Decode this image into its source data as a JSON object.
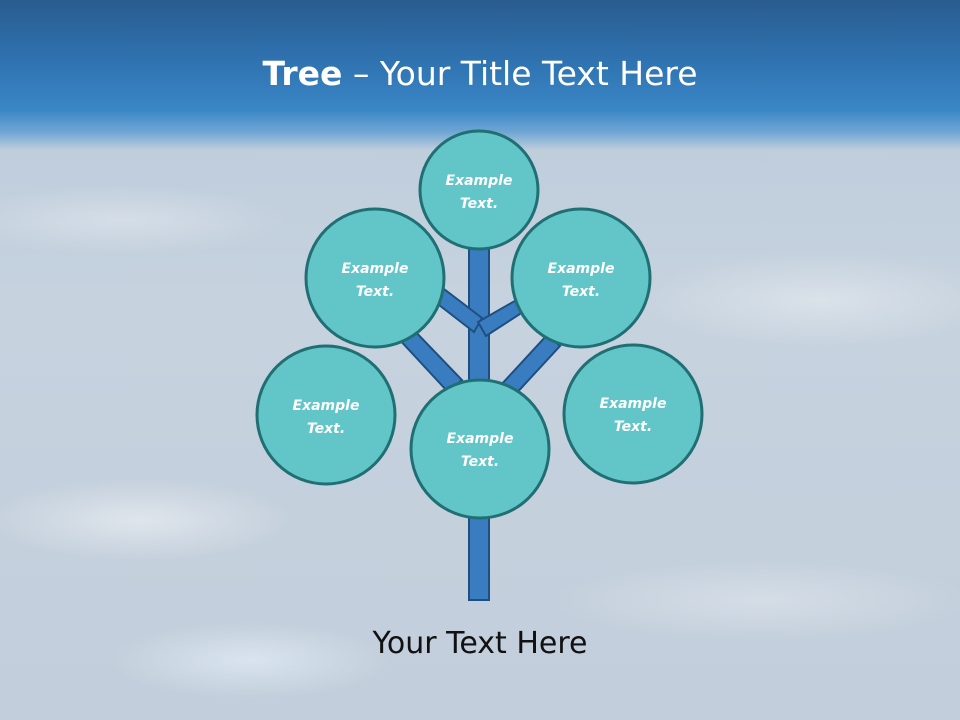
{
  "slide": {
    "title_bold": "Tree",
    "title_rest": " – Your Title Text Here",
    "footer_text": "Your Text Here"
  },
  "nodes": [
    {
      "id": "top",
      "line1": "Example",
      "line2": "Text."
    },
    {
      "id": "upper-left",
      "line1": "Example",
      "line2": "Text."
    },
    {
      "id": "upper-right",
      "line1": "Example",
      "line2": "Text."
    },
    {
      "id": "lower-left",
      "line1": "Example",
      "line2": "Text."
    },
    {
      "id": "center",
      "line1": "Example",
      "line2": "Text."
    },
    {
      "id": "lower-right",
      "line1": "Example",
      "line2": "Text."
    }
  ],
  "colors": {
    "node_fill": "#62c6c9",
    "node_stroke": "#1f6f73",
    "branch_fill": "#3a7cc0",
    "branch_stroke": "#1f4f80",
    "header": "#2f72b0"
  }
}
